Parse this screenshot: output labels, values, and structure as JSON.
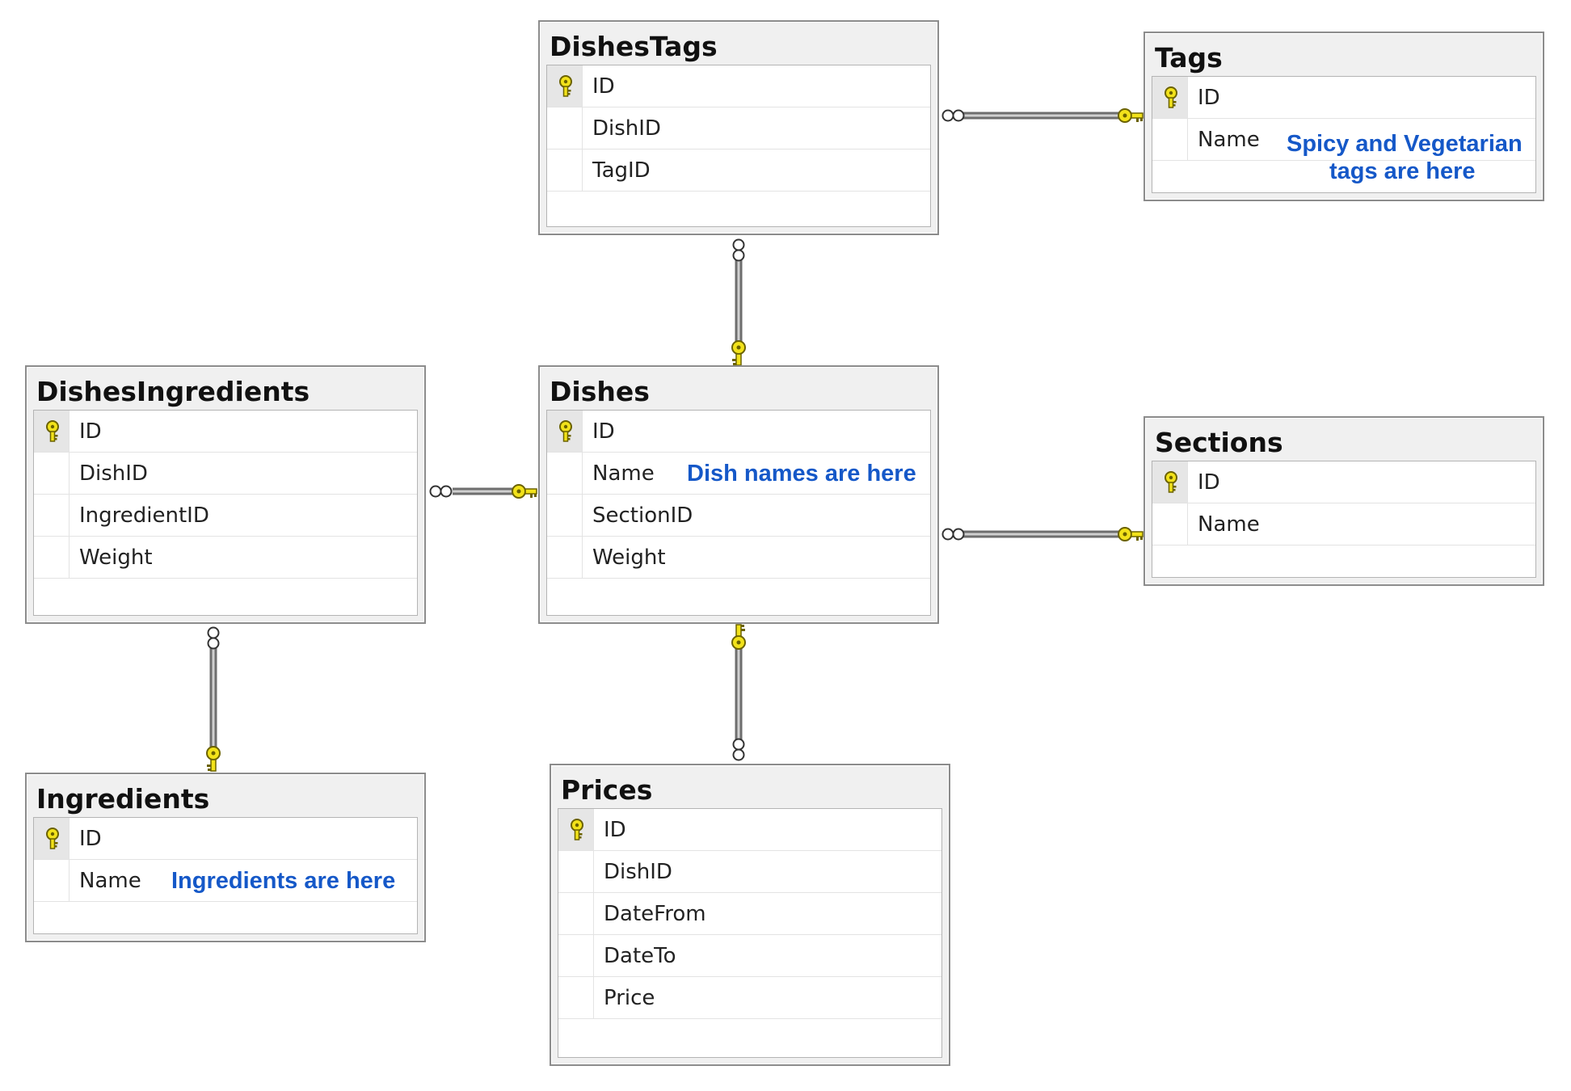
{
  "tables": {
    "dishes_tags": {
      "title": "DishesTags",
      "fields": [
        "ID",
        "DishID",
        "TagID"
      ]
    },
    "tags": {
      "title": "Tags",
      "fields": [
        "ID",
        "Name"
      ],
      "note_line1": "Spicy and Vegetarian",
      "note_line2": "tags are here"
    },
    "dishes_ingredients": {
      "title": "DishesIngredients",
      "fields": [
        "ID",
        "DishID",
        "IngredientID",
        "Weight"
      ]
    },
    "dishes": {
      "title": "Dishes",
      "fields": [
        "ID",
        "Name",
        "SectionID",
        "Weight"
      ],
      "note": "Dish names are here"
    },
    "sections": {
      "title": "Sections",
      "fields": [
        "ID",
        "Name"
      ]
    },
    "ingredients": {
      "title": "Ingredients",
      "fields": [
        "ID",
        "Name"
      ],
      "note": "Ingredients are here"
    },
    "prices": {
      "title": "Prices",
      "fields": [
        "ID",
        "DishID",
        "DateFrom",
        "DateTo",
        "Price"
      ]
    }
  },
  "relationships": [
    {
      "from": "dishes_tags",
      "to": "tags",
      "from_end": "many",
      "to_end": "one"
    },
    {
      "from": "dishes_tags",
      "to": "dishes",
      "from_end": "many",
      "to_end": "one"
    },
    {
      "from": "dishes_ingredients",
      "to": "dishes",
      "from_end": "many",
      "to_end": "one"
    },
    {
      "from": "dishes",
      "to": "sections",
      "from_end": "many",
      "to_end": "one"
    },
    {
      "from": "dishes_ingredients",
      "to": "ingredients",
      "from_end": "many",
      "to_end": "one"
    },
    {
      "from": "prices",
      "to": "dishes",
      "from_end": "many",
      "to_end": "one"
    }
  ],
  "colors": {
    "note": "#1558c8",
    "key_fill": "#f2e21a",
    "key_stroke": "#6b6200",
    "border": "#8c8c8c"
  }
}
